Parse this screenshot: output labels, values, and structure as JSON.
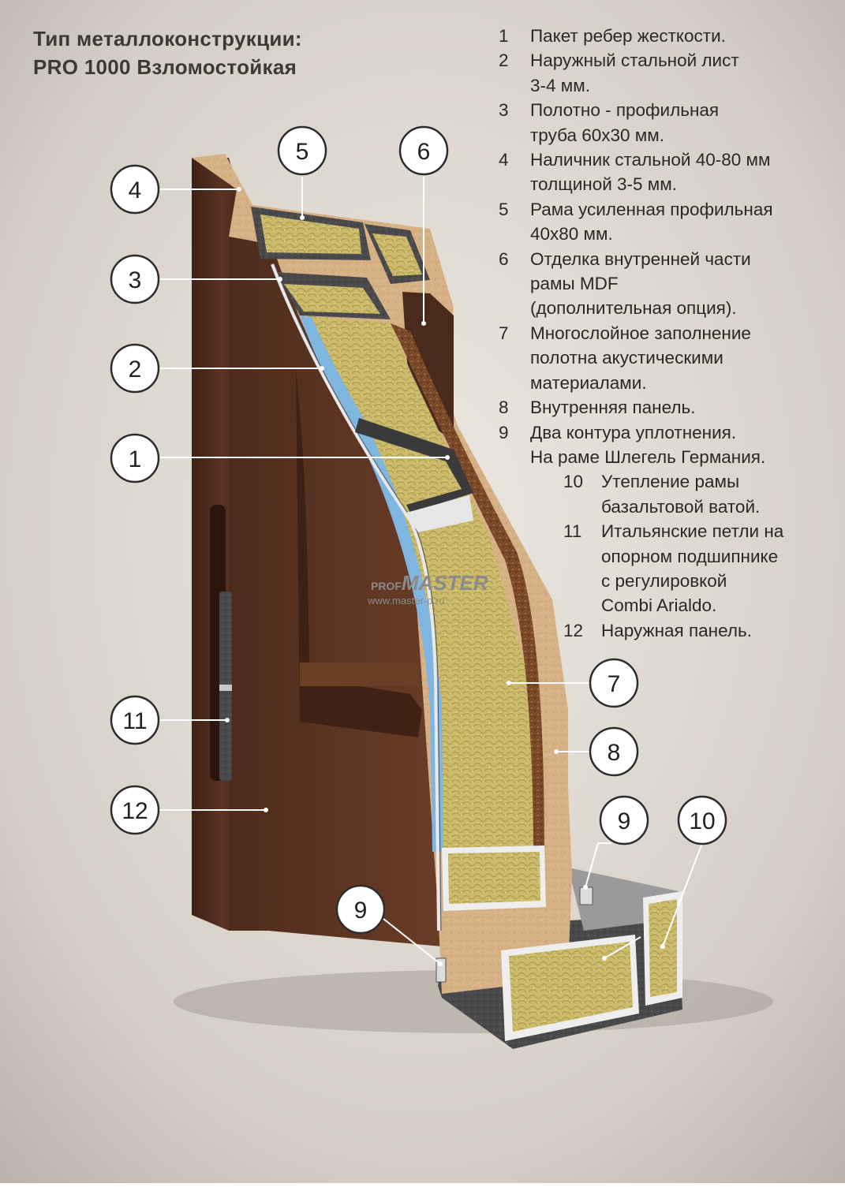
{
  "title": {
    "line1": "Тип металлоконструкции:",
    "line2": "PRO 1000 Взломостойкая"
  },
  "legend": [
    {
      "num": "1",
      "lines": [
        "Пакет ребер жесткости."
      ]
    },
    {
      "num": "2",
      "lines": [
        "Наружный стальной лист",
        "3-4 мм."
      ]
    },
    {
      "num": "3",
      "lines": [
        "Полотно - профильная",
        "труба 60x30 мм."
      ]
    },
    {
      "num": "4",
      "lines": [
        "Наличник стальной 40-80 мм",
        "толщиной 3-5 мм."
      ]
    },
    {
      "num": "5",
      "lines": [
        "Рама усиленная профильная",
        "40x80 мм."
      ]
    },
    {
      "num": "6",
      "lines": [
        "Отделка внутренней части",
        "рамы MDF",
        "(дополнительная опция)."
      ]
    },
    {
      "num": "7",
      "lines": [
        "Многослойное заполнение",
        "полотна акустическими",
        "материалами."
      ]
    },
    {
      "num": "8",
      "lines": [
        "Внутренняя панель."
      ]
    },
    {
      "num": "9",
      "lines": [
        "Два контура уплотнения.",
        "На раме Шлегель Германия."
      ]
    },
    {
      "num": "10",
      "lines": [
        "Утепление рамы",
        "базальтовой ватой."
      ]
    },
    {
      "num": "11",
      "lines": [
        "Итальянские петли на",
        "опорном подшипнике",
        "с регулировкой",
        "Combi Arialdo."
      ]
    },
    {
      "num": "12",
      "lines": [
        "Наружная панель."
      ]
    }
  ],
  "callouts": [
    "1",
    "2",
    "3",
    "4",
    "5",
    "6",
    "7",
    "8",
    "9",
    "10",
    "11",
    "12",
    "9"
  ],
  "watermark": {
    "prof": "PROF",
    "master": "MASTER",
    "url": "www.master-p.ru"
  },
  "colors": {
    "background": "#d6d0c8",
    "wood_dark": "#4a2a1c",
    "mdf": "#d8b287",
    "insulation": "#c8b869",
    "steel_dark": "#3a3a3c",
    "blue_foam": "#7fb6e0",
    "callout_stroke": "#2c2c2c"
  }
}
